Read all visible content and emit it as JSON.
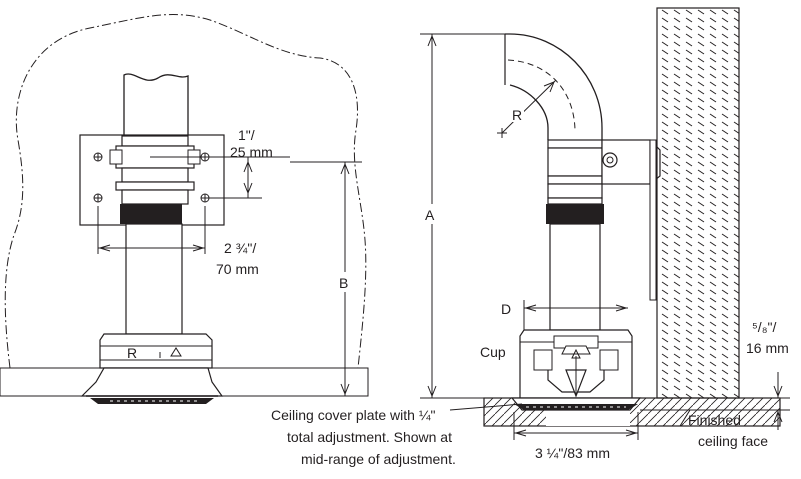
{
  "left_view": {
    "dim_1": "1\"/",
    "dim_1b": "25 mm",
    "dim_2": "2 ¾\"/",
    "dim_2b": "70 mm",
    "dim_b": "B"
  },
  "right_view": {
    "dim_a": "A",
    "dim_r": "R",
    "dim_d": "D",
    "label_cup": "Cup",
    "dim_58": "⁵/₈\"/",
    "dim_58b": "16 mm",
    "dim_width": "3 ¼\"/83 mm",
    "finished_1": "Finished",
    "finished_2": "ceiling face"
  },
  "caption": {
    "line1": "Ceiling cover plate with ¼\"",
    "line2": "total adjustment. Shown at",
    "line3": "mid-range of adjustment."
  },
  "colors": {
    "line": "#231f20",
    "background": "#ffffff"
  }
}
